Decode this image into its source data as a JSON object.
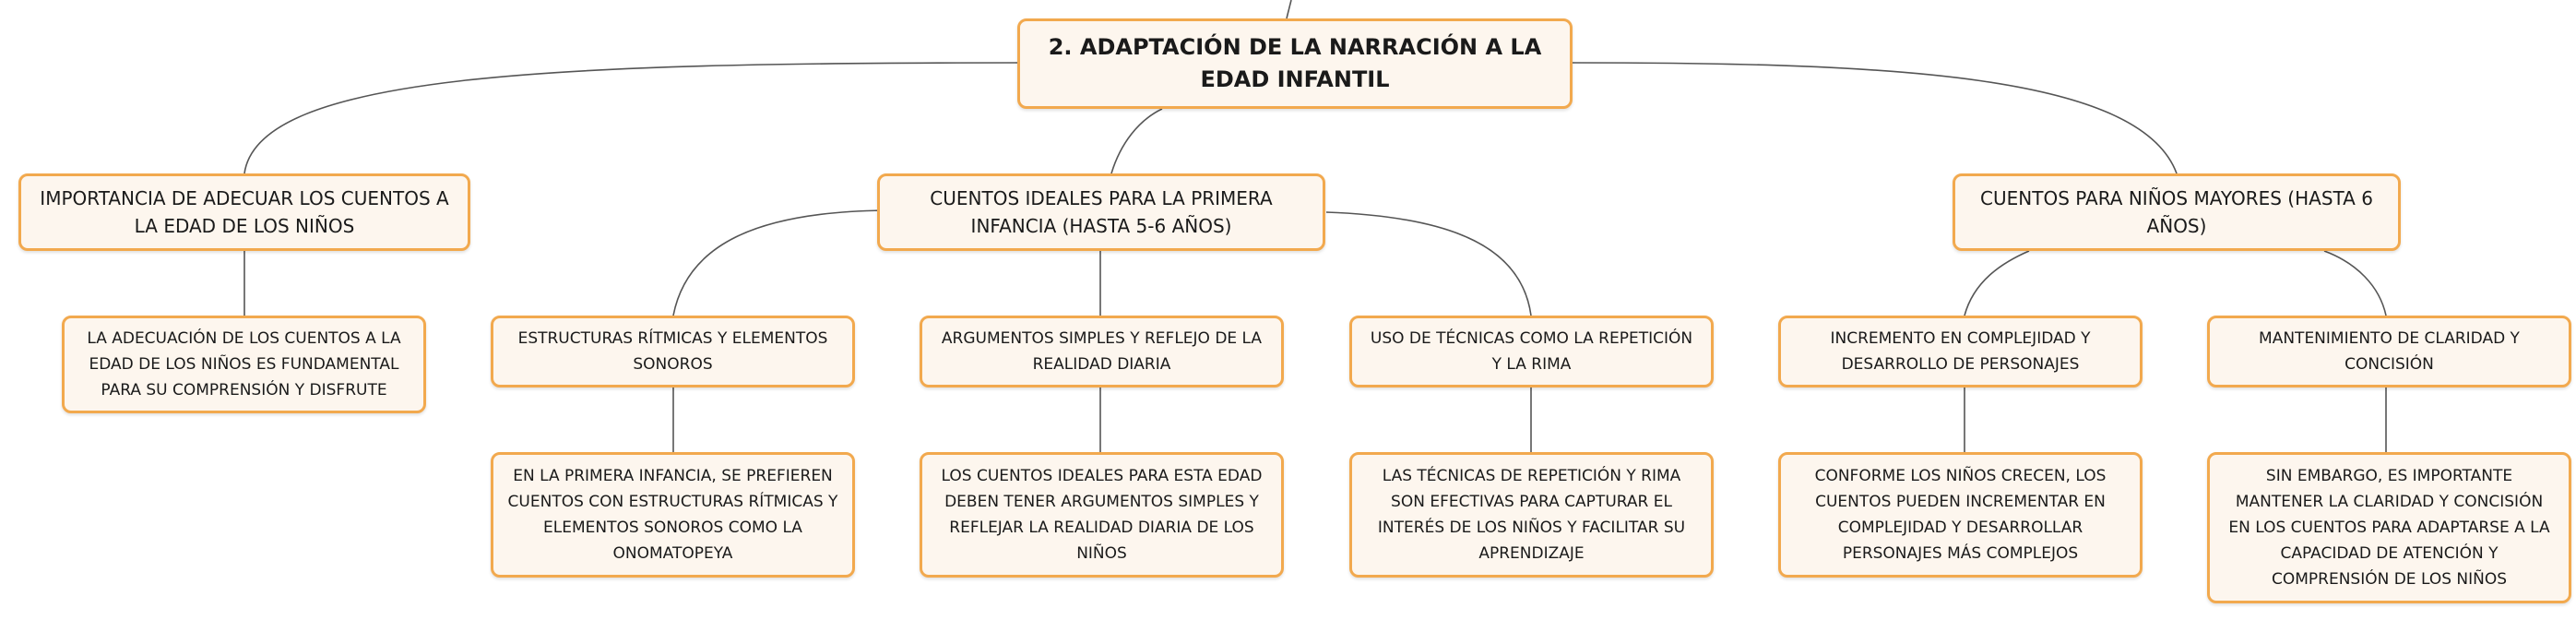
{
  "mindmap": {
    "root": {
      "text": "2. ADAPTACIÓN DE LA NARRACIÓN A LA EDAD INFANTIL"
    },
    "branches": [
      {
        "text": "IMPORTANCIA DE ADECUAR LOS CUENTOS A LA EDAD DE LOS NIÑOS",
        "children": [
          {
            "text": "LA ADECUACIÓN DE LOS CUENTOS A LA EDAD DE LOS NIÑOS ES FUNDAMENTAL PARA SU COMPRENSIÓN Y DISFRUTE"
          }
        ]
      },
      {
        "text": "CUENTOS IDEALES PARA LA PRIMERA INFANCIA (HASTA 5-6 AÑOS)",
        "children": [
          {
            "text": "ESTRUCTURAS RÍTMICAS Y ELEMENTOS SONOROS",
            "detail": "EN LA PRIMERA INFANCIA, SE PREFIEREN CUENTOS CON ESTRUCTURAS RÍTMICAS Y ELEMENTOS SONOROS COMO LA ONOMATOPEYA"
          },
          {
            "text": "ARGUMENTOS SIMPLES Y REFLEJO DE LA REALIDAD DIARIA",
            "detail": "LOS CUENTOS IDEALES PARA ESTA EDAD DEBEN TENER ARGUMENTOS SIMPLES Y REFLEJAR LA REALIDAD DIARIA DE LOS NIÑOS"
          },
          {
            "text": "USO DE TÉCNICAS COMO LA REPETICIÓN Y LA RIMA",
            "detail": "LAS TÉCNICAS DE REPETICIÓN Y RIMA SON EFECTIVAS PARA CAPTURAR EL INTERÉS DE LOS NIÑOS Y FACILITAR SU APRENDIZAJE"
          }
        ]
      },
      {
        "text": "CUENTOS PARA NIÑOS MAYORES (HASTA 6 AÑOS)",
        "children": [
          {
            "text": "INCREMENTO EN COMPLEJIDAD Y DESARROLLO DE PERSONAJES",
            "detail": "CONFORME LOS NIÑOS CRECEN, LOS CUENTOS PUEDEN INCREMENTAR EN COMPLEJIDAD Y DESARROLLAR PERSONAJES MÁS COMPLEJOS"
          },
          {
            "text": "MANTENIMIENTO DE CLARIDAD Y CONCISIÓN",
            "detail": "SIN EMBARGO, ES IMPORTANTE MANTENER LA CLARIDAD Y CONCISIÓN EN LOS CUENTOS PARA ADAPTARSE A LA CAPACIDAD DE ATENCIÓN Y COMPRENSIÓN DE LOS NIÑOS"
          }
        ]
      }
    ]
  }
}
